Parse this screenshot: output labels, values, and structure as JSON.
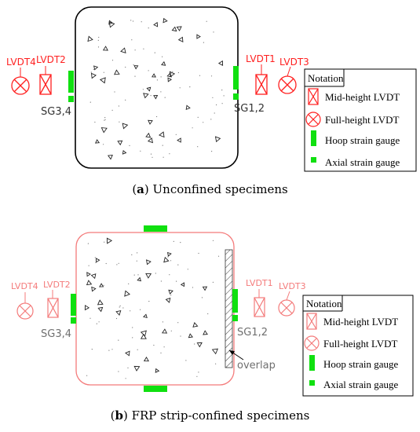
{
  "colors": {
    "accent_red": "#ff2020",
    "light_red": "#f47b7b",
    "gauge_green": "#10e010",
    "concrete_outline": "#000000",
    "label_gray": "#6f6f6f"
  },
  "panel_a": {
    "caption_letter": "a",
    "caption_text": " Unconfined specimens",
    "lvdt_left_outer": "LVDT4",
    "lvdt_left_inner": "LVDT2",
    "lvdt_right_inner": "LVDT1",
    "lvdt_right_outer": "LVDT3",
    "sg_left": "SG3,4",
    "sg_right": "SG1,2",
    "legend": {
      "title": "Notation",
      "items": [
        "Mid-height LVDT",
        "Full-height LVDT",
        "Hoop strain gauge",
        "Axial strain gauge"
      ]
    }
  },
  "panel_b": {
    "caption_letter": "b",
    "caption_text": " FRP strip-confined specimens",
    "lvdt_left_outer": "LVDT4",
    "lvdt_left_inner": "LVDT2",
    "lvdt_right_inner": "LVDT1",
    "lvdt_right_outer": "LVDT3",
    "sg_left": "SG3,4",
    "sg_right": "SG1,2",
    "overlap_label": "overlap",
    "legend": {
      "title": "Notation",
      "items": [
        "Mid-height LVDT",
        "Full-height LVDT",
        "Hoop strain gauge",
        "Axial strain gauge"
      ]
    }
  }
}
